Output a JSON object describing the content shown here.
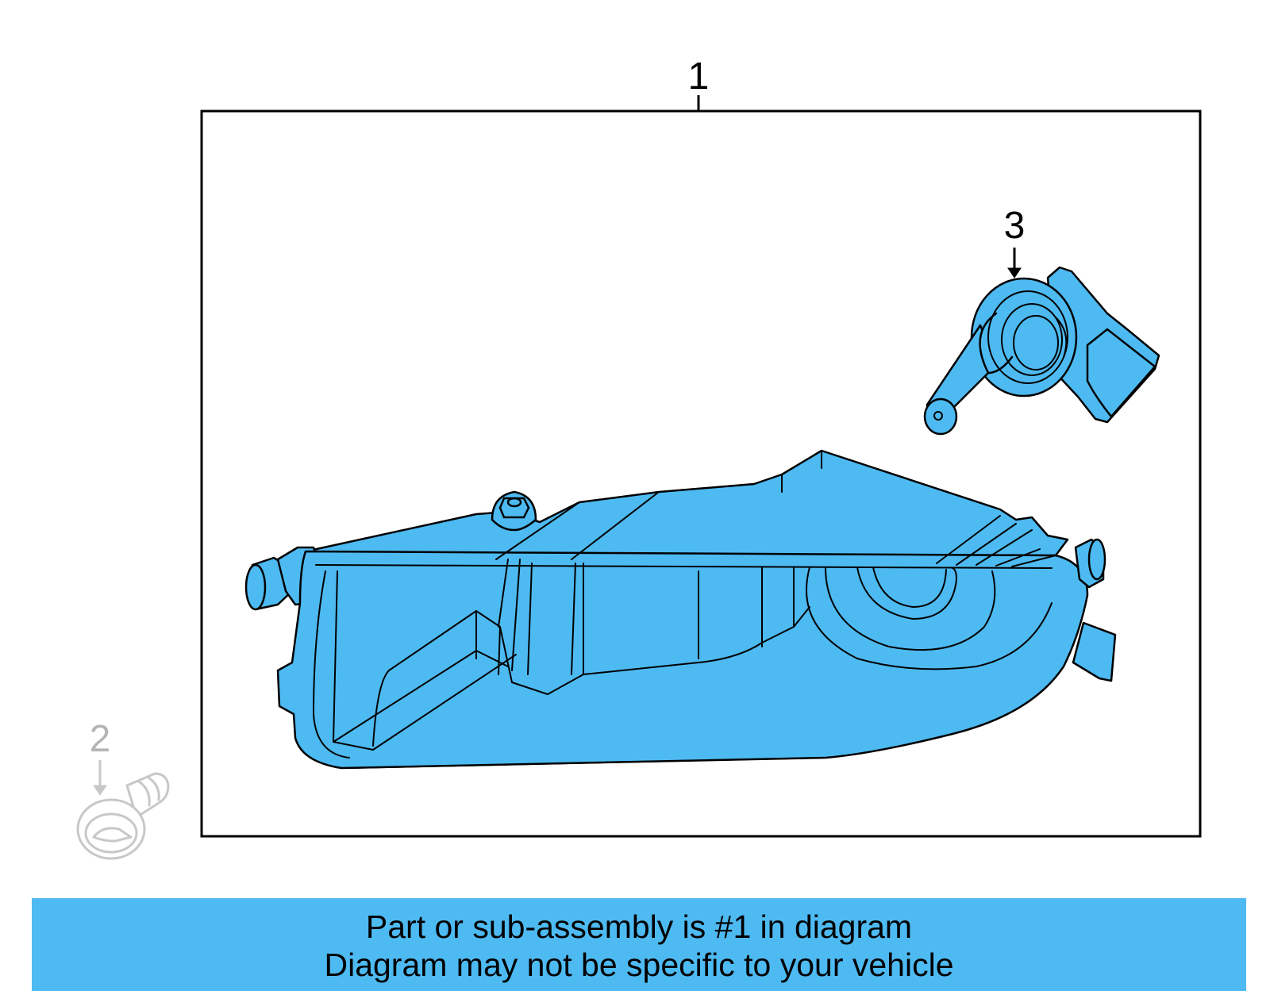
{
  "diagram": {
    "callouts": [
      {
        "id": "1",
        "label": "1"
      },
      {
        "id": "2",
        "label": "2"
      },
      {
        "id": "3",
        "label": "3"
      }
    ],
    "colors": {
      "part_fill": "#4ebaf2",
      "line": "#000000",
      "ghost_line": "#c8c8c8",
      "ghost_text": "#b4b4b4",
      "banner": "#4ebaf2"
    }
  },
  "caption": {
    "line1": "Part or sub-assembly is #1 in diagram",
    "line2": "Diagram may not be specific to your vehicle"
  }
}
